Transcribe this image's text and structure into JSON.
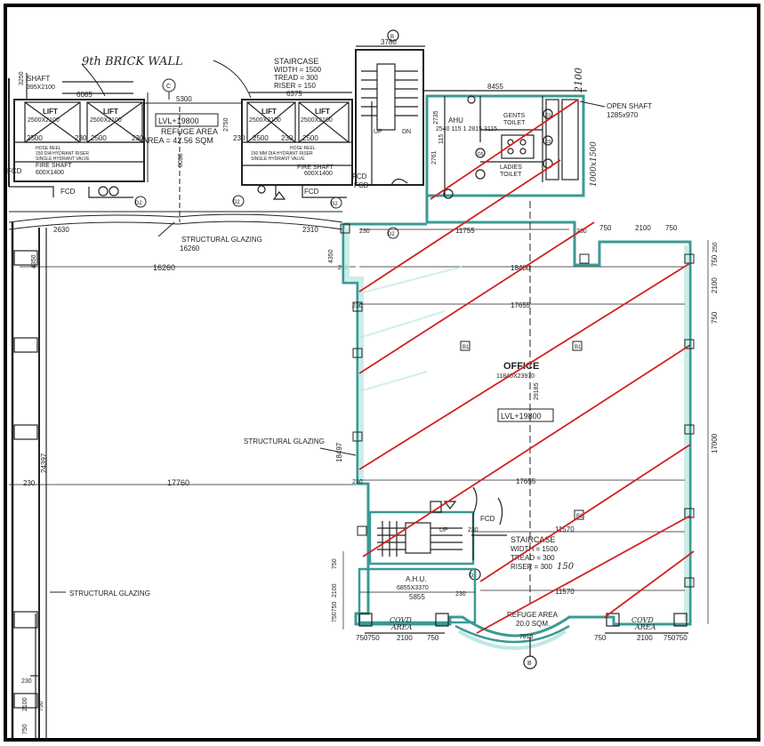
{
  "colors": {
    "border": "#000000",
    "ink": "#222222",
    "hatch": "#d42020",
    "wall_outline": "#3a9a96",
    "glazing_fill": "#bfe8e2"
  },
  "lifts_left": {
    "shaft_label": "SHAFT",
    "shaft_size": "395X2100",
    "dim_width": "6085",
    "dim_3250": "3250",
    "lift1_label": "LIFT",
    "lift1_size": "2500X2100",
    "lift2_label": "LIFT",
    "lift2_size": "2500X2100",
    "dim_2500a": "2500",
    "dim_230a": "230",
    "dim_2500b": "2500",
    "dim_230b": "230",
    "hose_reel": "HOSE REEL",
    "riser": "150 DIA HYDRANT RISER",
    "single_valve": "SINGLE HYDRANT VALVE",
    "fire_shaft": "FIRE SHAFT",
    "fire_shaft_size": "600X1400",
    "fcd1": "FCD",
    "fcd2": "FCD",
    "door_d2": "D2"
  },
  "handnote_wall": "9th BRICK WALL",
  "refuge_top": {
    "grid": "C",
    "dim_5300": "5300",
    "lvl": "LVL+19800",
    "title": "REFUGE AREA",
    "area": "AREA = 42.56 SQM",
    "dim_8038": "8038",
    "dim_2750": "2750"
  },
  "lifts_mid": {
    "staircase": "STAIRCASE",
    "width": "WIDTH = 1500",
    "tread": "TREAD = 300",
    "riser": "RISER = 150",
    "dim_6375": "6375",
    "lift1_label": "LIFT",
    "lift1_size": "2500X2100",
    "lift2_label": "LIFT",
    "lift2_size": "2500X2100",
    "dim_2500a": "2500",
    "dim_230a": "230",
    "dim_2500b": "2500",
    "dim_230": "230",
    "hose_reel": "HOSE REEL",
    "riser_note": "150 MM DIA HYDRANT RISER",
    "single_valve": "SINGLE HYDRANT VALVE",
    "fire_shaft": "FIRE SHAFT",
    "fire_shaft_size": "600X1400",
    "fcd": "FCD",
    "fcd2": "FCD",
    "fcd3": "FCD",
    "door_d2a": "D2",
    "door_d2b": "D2",
    "door_d2c": "D2"
  },
  "stair_top": {
    "grid": "B",
    "dim_3780": "3780",
    "up": "UP",
    "dn": "DN"
  },
  "core_right": {
    "dim_8455": "8455",
    "ahu": "AHU",
    "gents": "GENTS",
    "gents2": "TOILET",
    "ladies": "LADIES",
    "ladies2": "TOILET",
    "dims": "2540 115 1 2815 3115",
    "dim_2735": "2735",
    "dim_2761": "2761",
    "dim_115": "115",
    "open_shaft": "OPEN SHAFT",
    "open_shaft_size": "1285x970",
    "hand_2100": "2100",
    "hand_size": "1000x1500",
    "d1": "D1",
    "d3": "D3",
    "d5": "D5"
  },
  "glazing": {
    "top": "STRUCTURAL GLAZING",
    "mid": "STRUCTURAL GLAZING",
    "bottom": "STRUCTURAL GLAZING"
  },
  "dims_left": {
    "d2630": "2630",
    "d2310": "2310",
    "d16260a": "16260",
    "d16260b": "16260",
    "d4350": "4350",
    "d230a": "230",
    "d24397": "24397",
    "d230b": "230",
    "d17760": "17760",
    "d18497": "18497",
    "d230c": "230",
    "d230d": "230",
    "d750": "750",
    "d2100": "2100",
    "d75050": "750750"
  },
  "office": {
    "title": "OFFICE",
    "size": "11840X23970",
    "lvl": "LVL+19800",
    "d11755": "11755",
    "d18400": "18400",
    "d17655a": "17655",
    "d17655b": "17655",
    "d230a": "230",
    "d230b": "230",
    "d230c": "230",
    "d230d": "230",
    "d750a": "750",
    "d2100a": "2100",
    "d750b": "750",
    "d29185": "29185",
    "d17000": "17000",
    "d2100r": "2100",
    "d750r1": "750",
    "d750r2": "750",
    "d250": "250",
    "d_b1": "B1",
    "d_b2": "B1",
    "d_b3": "B1",
    "d11570": "11570"
  },
  "stair_bottom": {
    "fcd": "FCD",
    "up": "UP",
    "title": "STAIRCASE",
    "width": "WIDTH = 1500",
    "tread": "TREAD = 300",
    "riser": "RISER = 300",
    "riser_hand": "150",
    "d230": "230",
    "d2": "D2"
  },
  "ahu_bottom": {
    "title": "A.H.U.",
    "size": "6855X3370",
    "d5855": "5855",
    "d230": "230",
    "d11570": "11570"
  },
  "refuge_bottom": {
    "title": "REFUGE AREA",
    "area": "20.0 SQM.",
    "d7815": "7815",
    "grid": "B",
    "covd_left1": "COVD",
    "covd_left2": "AREA",
    "covd_right1": "COVD",
    "covd_right2": "AREA",
    "bl": "750750",
    "bm": "2100",
    "br": "750",
    "rl": "750",
    "rm": "2100",
    "rr": "750750"
  },
  "left_stack": {
    "a": "2100",
    "b": "750",
    "c": "230",
    "d": "2100",
    "e": "750",
    "f": "750"
  }
}
